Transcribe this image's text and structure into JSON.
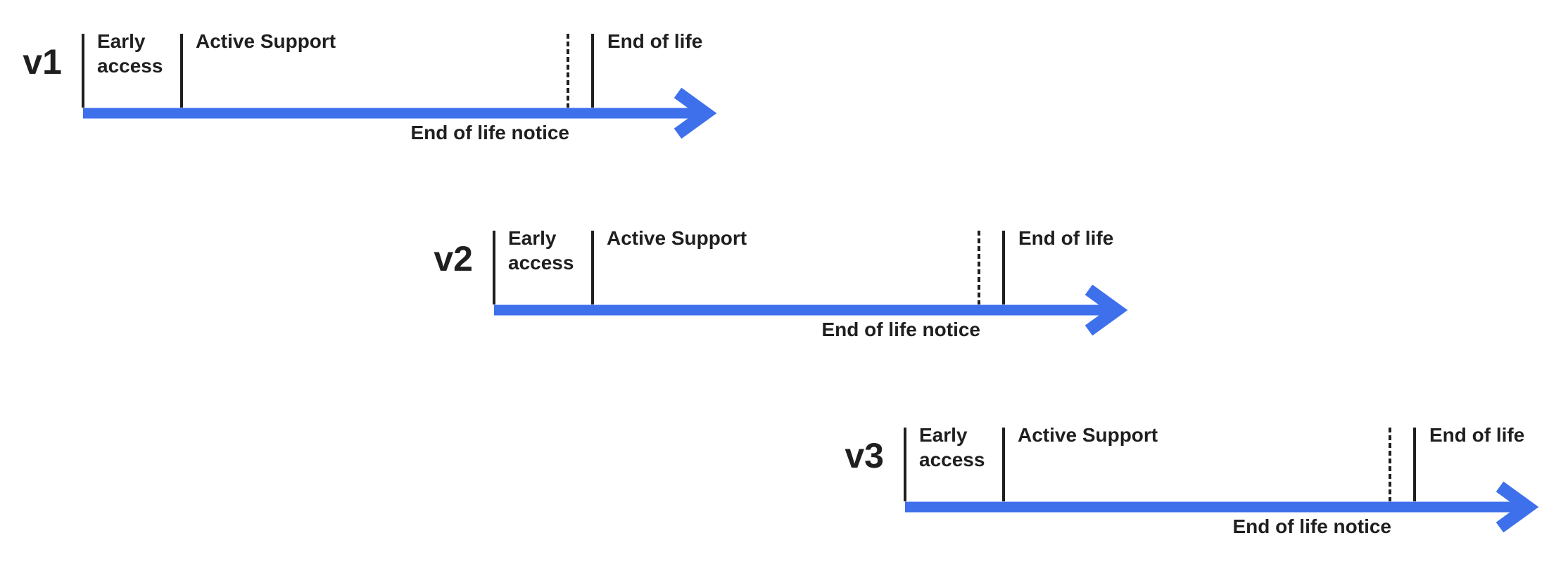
{
  "colors": {
    "arrow": "#3E70EC",
    "tick": "#1F1F1F",
    "text": "#1F1F1F"
  },
  "timelines": [
    {
      "version": "v1",
      "labels": {
        "early_access": "Early access",
        "active_support": "Active Support",
        "end_of_life": "End of life",
        "end_of_life_notice": "End of life notice"
      }
    },
    {
      "version": "v2",
      "labels": {
        "early_access": "Early access",
        "active_support": "Active Support",
        "end_of_life": "End of life",
        "end_of_life_notice": "End of life notice"
      }
    },
    {
      "version": "v3",
      "labels": {
        "early_access": "Early access",
        "active_support": "Active Support",
        "end_of_life": "End of life",
        "end_of_life_notice": "End of life notice"
      }
    }
  ]
}
